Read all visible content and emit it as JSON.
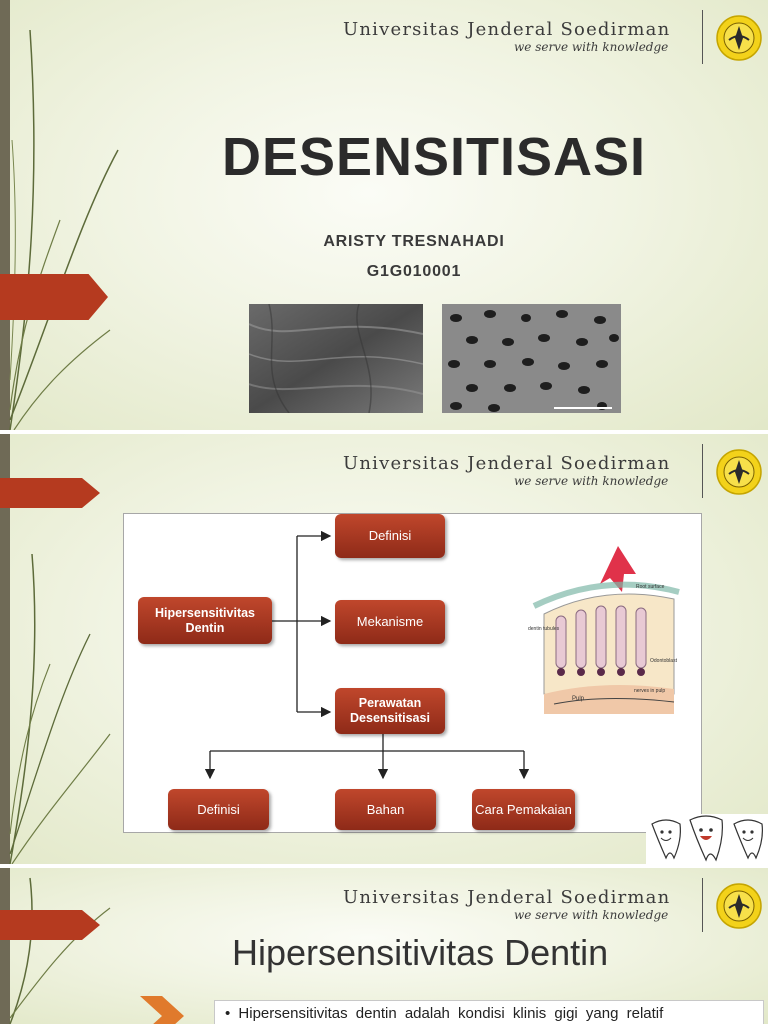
{
  "university": {
    "name": "Universitas Jenderal Soedirman",
    "tagline": "we serve with knowledge"
  },
  "slide1": {
    "title": "DESENSITISASI",
    "author_name": "ARISTY TRESNAHADI",
    "author_id": "G1G010001"
  },
  "slide2": {
    "nodes": {
      "root": "Hipersensitivitas Dentin",
      "definisi": "Definisi",
      "mekanisme": "Mekanisme",
      "perawatan": "Perawatan Desensitisasi",
      "sub_definisi": "Definisi",
      "bahan": "Bahan",
      "cara": "Cara Pemakaian"
    },
    "illustration_labels": {
      "root_surface": "Root surface",
      "dentin_tubules": "dentin tubules",
      "odontoblast": "Odontoblast",
      "pulp": "Pulp",
      "nerves": "nerves in pulp"
    }
  },
  "slide3": {
    "title": "Hipersensitivitas Dentin",
    "bullet": "Hipersensitivitas dentin adalah kondisi klinis gigi yang relatif"
  },
  "colors": {
    "accent": "#b53a1f",
    "background": "#eef1de",
    "text": "#2b2b2b"
  },
  "icons": [
    "university-seal-icon",
    "tooth-mascot-icon"
  ]
}
